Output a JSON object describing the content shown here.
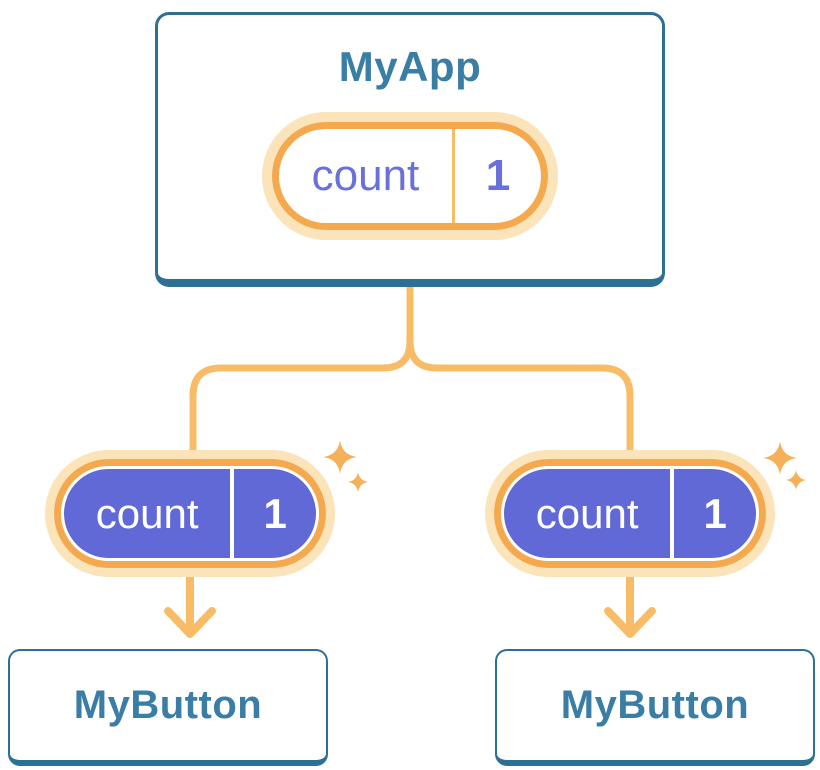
{
  "diagram": {
    "description": "component tree passing state down as props",
    "root": {
      "title": "MyApp",
      "state": {
        "name": "count",
        "value": "1"
      }
    },
    "children": [
      {
        "title": "MyButton",
        "prop": {
          "name": "count",
          "value": "1"
        }
      },
      {
        "title": "MyButton",
        "prop": {
          "name": "count",
          "value": "1"
        }
      }
    ],
    "icons": {
      "sparkle": "sparkle-icon",
      "arrow": "arrow-down-icon"
    },
    "colors": {
      "background": "#FFFFFF",
      "card_border": "#2E6F94",
      "card_title_text": "#3A7DA5",
      "connector_line": "#F8BC67",
      "pill_ring": "#F5A94F",
      "pill_halo": "#FBE3BA",
      "sparkle": "#F5B159",
      "state_text": "#6770DB",
      "prop_fill": "#6169D6",
      "prop_text": "#FFFFFF"
    }
  }
}
